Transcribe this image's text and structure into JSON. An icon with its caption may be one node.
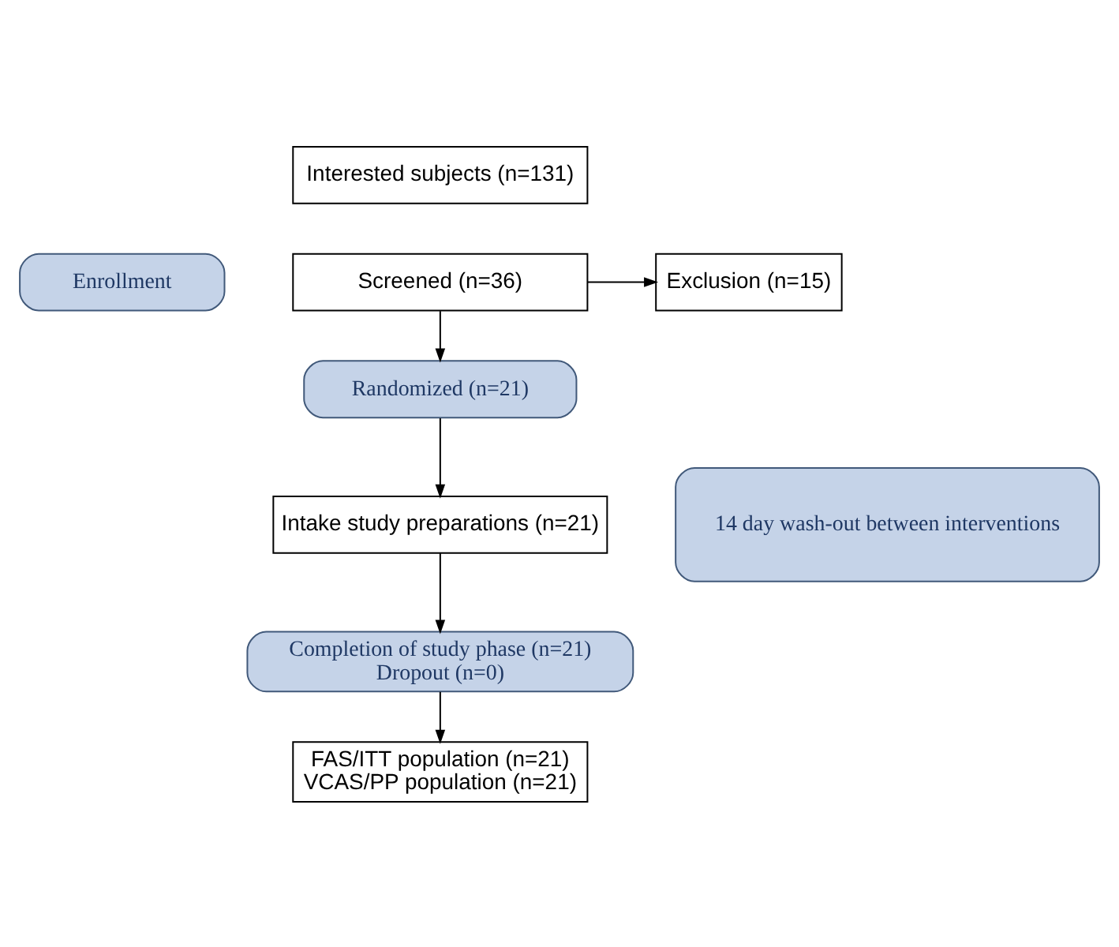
{
  "diagram": {
    "nodes": [
      {
        "text": [
          "Interested subjects (n=131)"
        ]
      },
      {
        "text": [
          "Screened (n=36)"
        ]
      },
      {
        "text": [
          "Enrollment"
        ]
      },
      {
        "text": [
          "Exclusion (n=15)"
        ]
      },
      {
        "text": [
          "Randomized (n=21)"
        ]
      },
      {
        "text": [
          "Intake study preparations (n=21)"
        ]
      },
      {
        "text": [
          "14 day wash-out between interventions"
        ]
      },
      {
        "text": [
          "Completion of study phase (n=21)",
          "Dropout (n=0)"
        ]
      },
      {
        "text": [
          "FAS/ITT population (n=21)",
          "VCAS/PP population (n=21)"
        ]
      }
    ],
    "edges": [
      {
        "from": 1,
        "to": 4,
        "arrow": "to"
      },
      {
        "from": 1,
        "to": 3,
        "arrow": "to"
      },
      {
        "from": 4,
        "to": 5,
        "arrow": "to"
      },
      {
        "from": 5,
        "to": 7,
        "arrow": "to"
      },
      {
        "from": 7,
        "to": 8,
        "arrow": "to"
      }
    ]
  }
}
